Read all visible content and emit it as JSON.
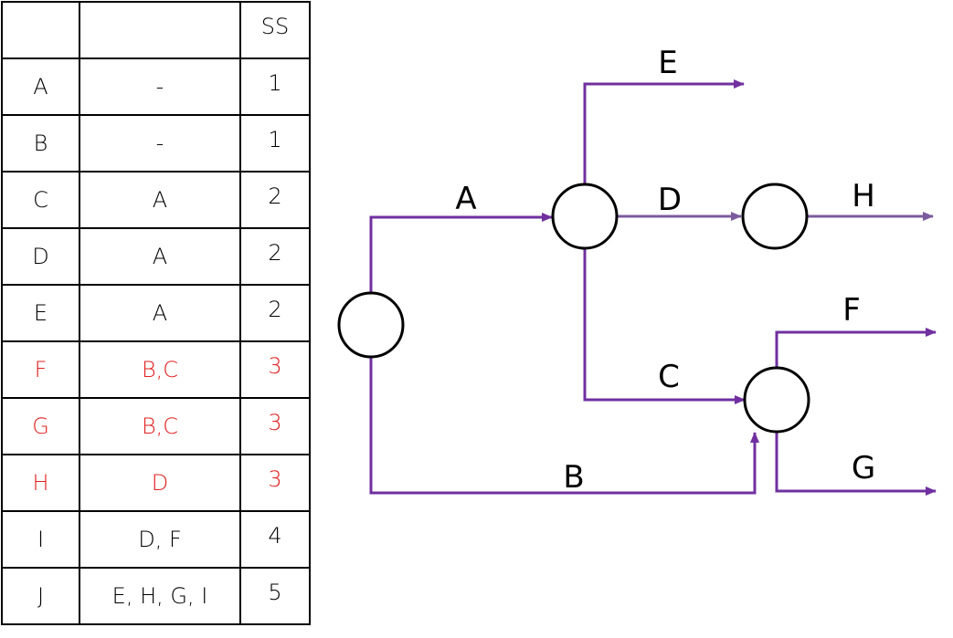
{
  "table": {
    "header": [
      "",
      "",
      "SS"
    ],
    "rows": [
      {
        "activity": "A",
        "predecessors": "-",
        "ss": "1",
        "highlight": false
      },
      {
        "activity": "B",
        "predecessors": "-",
        "ss": "1",
        "highlight": false
      },
      {
        "activity": "C",
        "predecessors": "A",
        "ss": "2",
        "highlight": false
      },
      {
        "activity": "D",
        "predecessors": "A",
        "ss": "2",
        "highlight": false
      },
      {
        "activity": "E",
        "predecessors": "A",
        "ss": "2",
        "highlight": false
      },
      {
        "activity": "F",
        "predecessors": "B,C",
        "ss": "3",
        "highlight": true
      },
      {
        "activity": "G",
        "predecessors": "B,C",
        "ss": "3",
        "highlight": true
      },
      {
        "activity": "H",
        "predecessors": "D",
        "ss": "3",
        "highlight": true
      },
      {
        "activity": "I",
        "predecessors": "D, F",
        "ss": "4",
        "highlight": false
      },
      {
        "activity": "J",
        "predecessors": "E, H, G, I",
        "ss": "5",
        "highlight": false
      }
    ]
  },
  "network": {
    "arrow_color": "#7030a0",
    "arrow_color_light": "#7b5b9e",
    "highlight_color": "#e02020",
    "labels": {
      "A": "A",
      "B": "B",
      "C": "C",
      "D": "D",
      "E": "E",
      "F": "F",
      "G": "G",
      "H": "H"
    }
  }
}
